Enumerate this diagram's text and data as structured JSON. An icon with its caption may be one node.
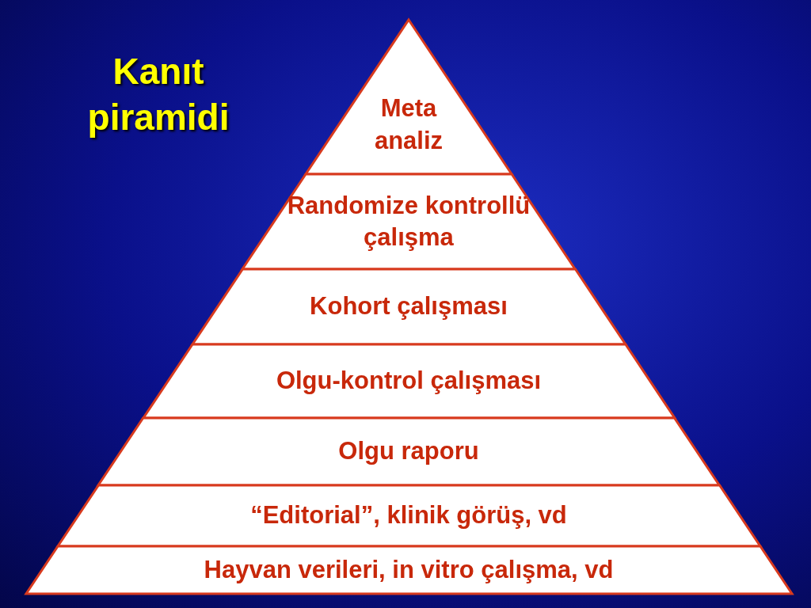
{
  "diagram": {
    "title": "Kanıt piramidi",
    "nodes": [
      {
        "text": [
          "Meta analiz"
        ]
      },
      {
        "text": [
          "Randomize kontrollü çalışma"
        ]
      },
      {
        "text": [
          "Kohort çalışması"
        ]
      },
      {
        "text": [
          "Olgu-kontrol çalışması"
        ]
      },
      {
        "text": [
          "Olgu raporu"
        ]
      },
      {
        "text": [
          "“Editorial”, klinik görüş, vd"
        ]
      },
      {
        "text": [
          "Hayvan verileri, in vitro çalışma, vd"
        ]
      }
    ],
    "edges": []
  }
}
